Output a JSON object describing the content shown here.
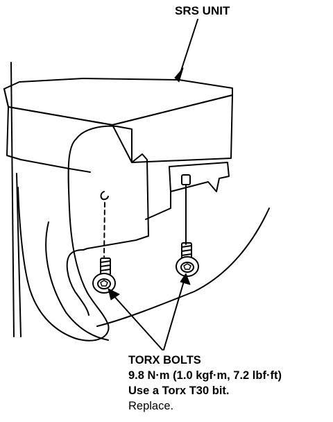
{
  "labels": {
    "srs_unit": "SRS UNIT",
    "torx_bolts": "TORX BOLTS",
    "torque_spec": "9.8 N·m (1.0 kgf·m, 7.2 lbf·ft)",
    "tool_note": "Use a Torx T30 bit.",
    "replace_note": "Replace."
  },
  "colors": {
    "line": "#000000",
    "background": "#ffffff"
  }
}
